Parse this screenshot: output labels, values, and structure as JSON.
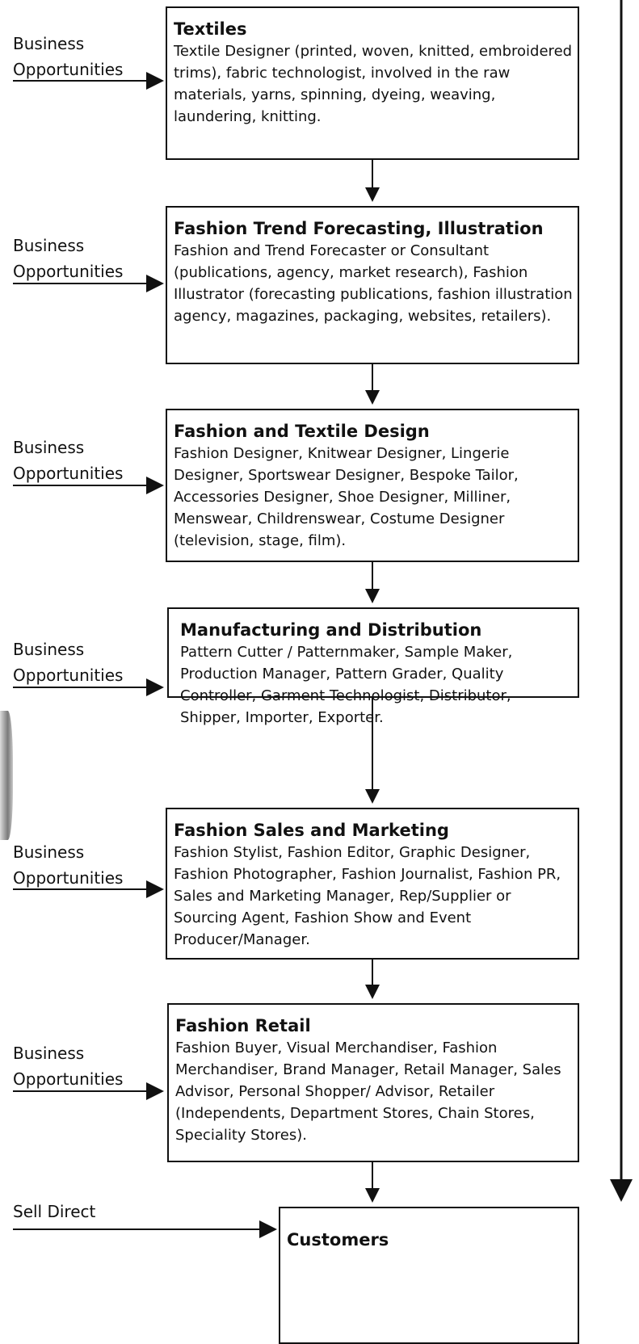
{
  "boxes": [
    {
      "title": "Textiles",
      "body": "Textile Designer (printed, woven, knitted, embroidered trims), fabric technologist, involved in the raw materials, yarns, spinning, dyeing, weaving, laundering, knitting."
    },
    {
      "title": "Fashion Trend Forecasting, Illustration",
      "body": "Fashion and Trend Forecaster or Consultant (publications, agency, market research), Fashion Illustrator (forecasting publications, fashion illustration agency, magazines, packaging, websites, retailers)."
    },
    {
      "title": "Fashion and Textile Design",
      "body": "Fashion Designer, Knitwear Designer, Lingerie Designer, Sportswear Designer, Bespoke Tailor, Accessories Designer, Shoe Designer, Milliner, Menswear, Childrenswear, Costume Designer (television, stage, film)."
    },
    {
      "title": "Manufacturing and Distribution",
      "body": "Pattern Cutter / Patternmaker, Sample Maker, Production Manager, Pattern Grader, Quality Controller, Garment Technologist, Distributor, Shipper, Importer, Exporter."
    },
    {
      "title": "Fashion Sales and Marketing",
      "body": "Fashion Stylist, Fashion Editor, Graphic Designer, Fashion Photographer, Fashion Journalist, Fashion PR, Sales and Marketing Manager, Rep/Supplier or Sourcing Agent, Fashion Show and Event Producer/Manager."
    },
    {
      "title": "Fashion Retail",
      "body": "Fashion Buyer, Visual Merchandiser, Fashion Merchandiser, Brand Manager, Retail Manager, Sales Advisor, Personal Shopper/ Advisor, Retailer (Independents, Department Stores, Chain Stores, Speciality Stores)."
    }
  ],
  "side_labels": [
    {
      "line1": "Business",
      "line2": "Opportunities"
    },
    {
      "line1": "Business",
      "line2": "Opportunities"
    },
    {
      "line1": "Business",
      "line2": "Opportunities"
    },
    {
      "line1": "Business",
      "line2": "Opportunities"
    },
    {
      "line1": "Business",
      "line2": "Opportunities"
    },
    {
      "line1": "Business",
      "line2": "Opportunities"
    }
  ],
  "customers": {
    "title": "Customers",
    "input_label": "Sell Direct"
  },
  "colors": {
    "stroke": "#111111",
    "background": "#ffffff"
  }
}
